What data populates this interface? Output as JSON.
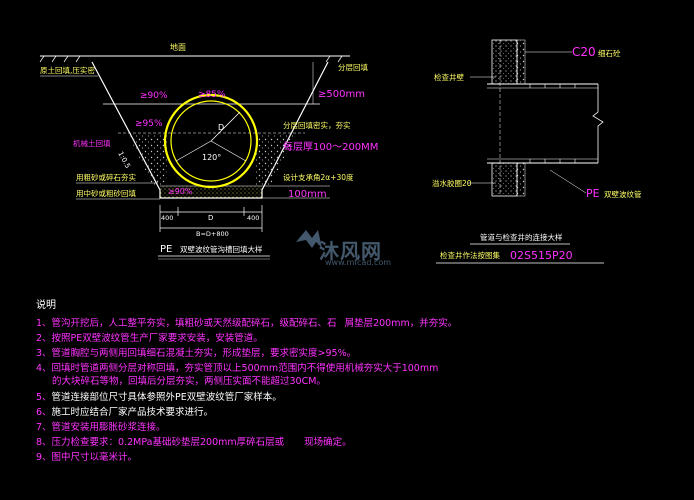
{
  "left_section": {
    "ground_label": "地面",
    "backfill_label": "原土回填,压实密",
    "layer_label": "分层回填",
    "compact_label_1": "≥90%",
    "compact_label_2": "≥85%",
    "compact_label_3": "≥95%",
    "dim_500": "≥500mm",
    "layer_compact": "分层回填密实，夯实",
    "layer_thickness": "每层厚100～200MM",
    "inner_diameter_label": "D",
    "angle_label": "120°",
    "slope_label": "1:0.5",
    "sand_label_1": "用粗砂或碎石夯实",
    "sand_label_2": "用中砂或粗砂回填",
    "design_label": "设计支承角2α+30度",
    "dim_100": "100mm",
    "dim_400_left": "400",
    "dim_D": "D",
    "dim_400_right": "400",
    "dim_total": "B=D+800",
    "caption_pe": "PE",
    "caption_rest": "双壁波纹管沟槽回填大样"
  },
  "right_section": {
    "c20_label": "C20",
    "c20_suffix": "细石砼",
    "well_wall_label": "检查井壁",
    "wall_thickness_label": "溢水胶圈20",
    "pe_label": "PE",
    "pe_suffix": "双壁波纹管",
    "caption_1": "管道与检查井的连接大样",
    "caption_2_prefix": "检查井作法按图集",
    "caption_2_code": "02S515P20"
  },
  "watermark": {
    "text": "沐风网",
    "url": "www.mfcad.com"
  },
  "notes": {
    "title": "说明",
    "items": [
      {
        "num": "1、",
        "text_a": "管沟开挖后，人工整平夯实，填粗砂或天然级配碎石，级配碎石、石",
        "text_b": "屑垫层200mm，并夯实。"
      },
      {
        "num": "2、",
        "text_a": "按照PE双壁波纹管生产厂家要求安装，安装管道。",
        "text_b": ""
      },
      {
        "num": "3、",
        "text_a": "管道胸腔与两侧用回填细石混凝土夯实，形成垫层，要求密实度>95%。",
        "text_b": ""
      },
      {
        "num": "4、",
        "text_a": "回填时管道两侧分层对称回填，夯实管顶以上500mm范围内不得使用机械夯实大于100mm",
        "text_b": "的大块碎石等物，回填后分层夯实，两侧压实面不能超过30CM。"
      },
      {
        "num": "5、",
        "text_a": "管道连接部位尺寸具体参照外PE双壁波纹管厂家样本。",
        "text_b": ""
      },
      {
        "num": "6、",
        "text_a": "施工时应结合厂家产品技术要求进行。",
        "text_b": ""
      },
      {
        "num": "7、",
        "text_a": "管道安装用膨胀砂浆连接。",
        "text_b": ""
      },
      {
        "num": "8、",
        "text_a": "压力检查要求：0.2MPa基础砂垫层200mm厚碎石层或",
        "text_b": "现场确定。"
      },
      {
        "num": "9、",
        "text_a": "图中尺寸以毫米计。",
        "text_b": ""
      }
    ]
  },
  "colors": {
    "background": "#000000",
    "line_white": "#ffffff",
    "magenta": "#ff33ff",
    "yellow": "#ffff00",
    "green": "#66ff66",
    "watermark": "#7aa1c4"
  }
}
